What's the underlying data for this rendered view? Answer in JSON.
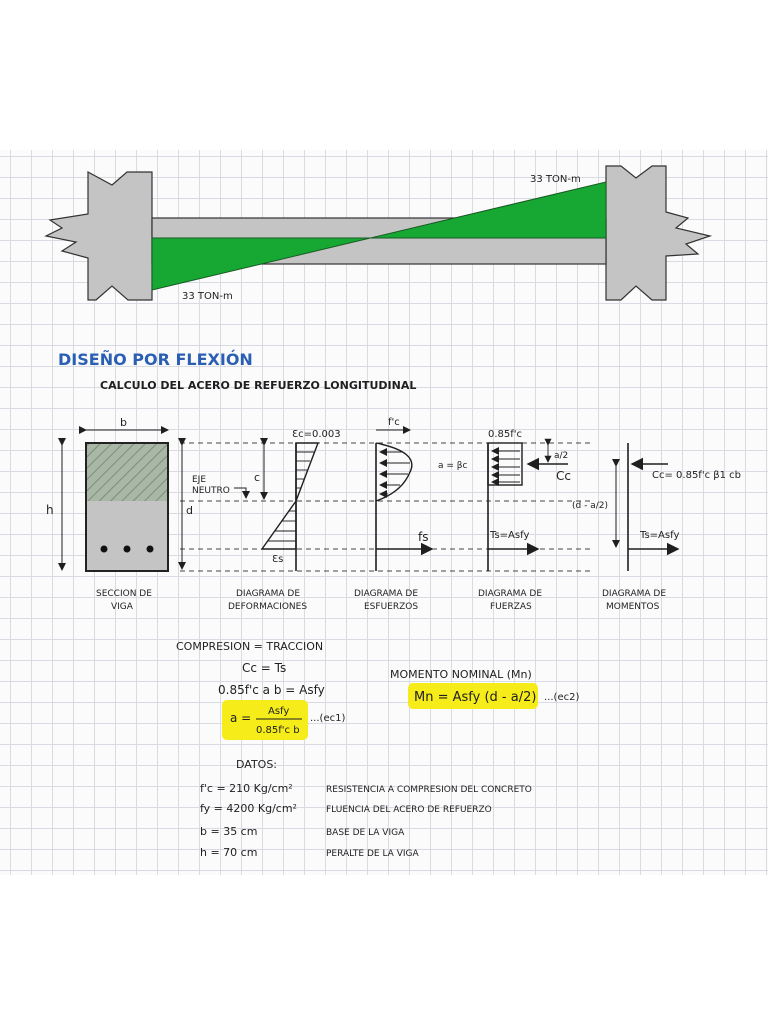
{
  "beam": {
    "moment_right": "33 TON-m",
    "moment_left": "33 TON-m",
    "diagram_color": "#16a832",
    "column_color": "#c4c4c4"
  },
  "title": "DISEÑO POR FLEXIÓN",
  "subtitle": "CALCULO DEL ACERO DE REFUERZO LONGITUDINAL",
  "section": {
    "b": "b",
    "h": "h",
    "d": "d",
    "c": "c",
    "neutral_axis_1": "EJE",
    "neutral_axis_2": "NEUTRO",
    "caption_1": "SECCION DE",
    "caption_2": "VIGA"
  },
  "strain": {
    "ec": "Ɛc=0.003",
    "es": "Ɛs",
    "caption_1": "DIAGRAMA DE",
    "caption_2": "DEFORMACIONES"
  },
  "stress": {
    "fc": "f'c",
    "fs": "fs",
    "caption_1": "DIAGRAMA DE",
    "caption_2": "ESFUERZOS"
  },
  "forces": {
    "top": "0.85f'c",
    "a_half": "a/2",
    "a_beta": "a = βc",
    "cc": "Cc",
    "ts": "Ts=Asfy",
    "caption_1": "DIAGRAMA DE",
    "caption_2": "FUERZAS"
  },
  "moments": {
    "cc": "Cc= 0.85f'c β1 cb",
    "arm": "(d - a/2)",
    "ts": "Ts=Asfy",
    "caption_1": "DIAGRAMA DE",
    "caption_2": "MOMENTOS"
  },
  "equations": {
    "line1": "COMPRESION = TRACCION",
    "line2": "Cc = Ts",
    "line3": "0.85f'c a b = Asfy",
    "a_lhs": "a =",
    "a_num": "Asfy",
    "a_den": "0.85f'c b",
    "ec1": "...(ec1)",
    "mn_title": "MOMENTO NOMINAL (Mn)",
    "mn_eq": "Mn = Asfy (d - a/2)",
    "ec2": "...(ec2)",
    "highlight": "#f5ec1a"
  },
  "datos": {
    "title": "DATOS:",
    "rows": [
      {
        "value": "f'c = 210 Kg/cm²",
        "desc": "RESISTENCIA A COMPRESION DEL CONCRETO"
      },
      {
        "value": "fy = 4200 Kg/cm²",
        "desc": "FLUENCIA DEL ACERO DE REFUERZO"
      },
      {
        "value": "b = 35 cm",
        "desc": "BASE DE LA VIGA"
      },
      {
        "value": "h = 70 cm",
        "desc": "PERALTE DE LA VIGA"
      }
    ]
  }
}
